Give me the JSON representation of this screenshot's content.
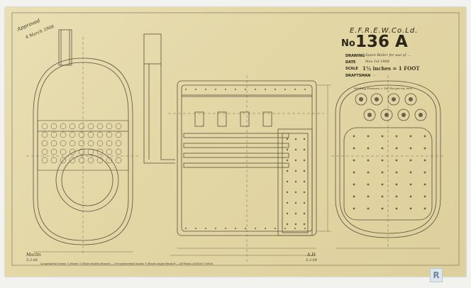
{
  "title_block": {
    "company": "E.F.R.E.W.Co.Ld.",
    "number_prefix": "No",
    "number": "136 A",
    "drawing_label": "DRAWING",
    "drawing_value": "Spare Boiler for use of ...",
    "date_label": "DATE",
    "date_value": "Nov 1st 1908",
    "scale_label": "SCALE",
    "scale_value": "1½ inches = 1 FOOT",
    "draftsman_label": "DRAFTSMAN",
    "draftsman_value": "...",
    "pressure_label": "Working Pressure = 160 lbs per sq. inch"
  },
  "annotations": {
    "approved": "Approved",
    "approved_date": "4 March 1908",
    "signature_left": "Maclin",
    "signature_left_date": "5.3.08",
    "signature_mid": "A.H",
    "signature_mid_date": "5.3.08",
    "footer_note": "Longitudinal Seams ⅞ Rivets ⅞ Holes double Riveted — Circumferential Seams ⅞ Rivets single Riveted — All Plates of Steel ⅞ thick"
  },
  "palette": {
    "paper": "#e3d7a6",
    "ink": "#5a5040",
    "ink_dark": "#2b2618"
  }
}
